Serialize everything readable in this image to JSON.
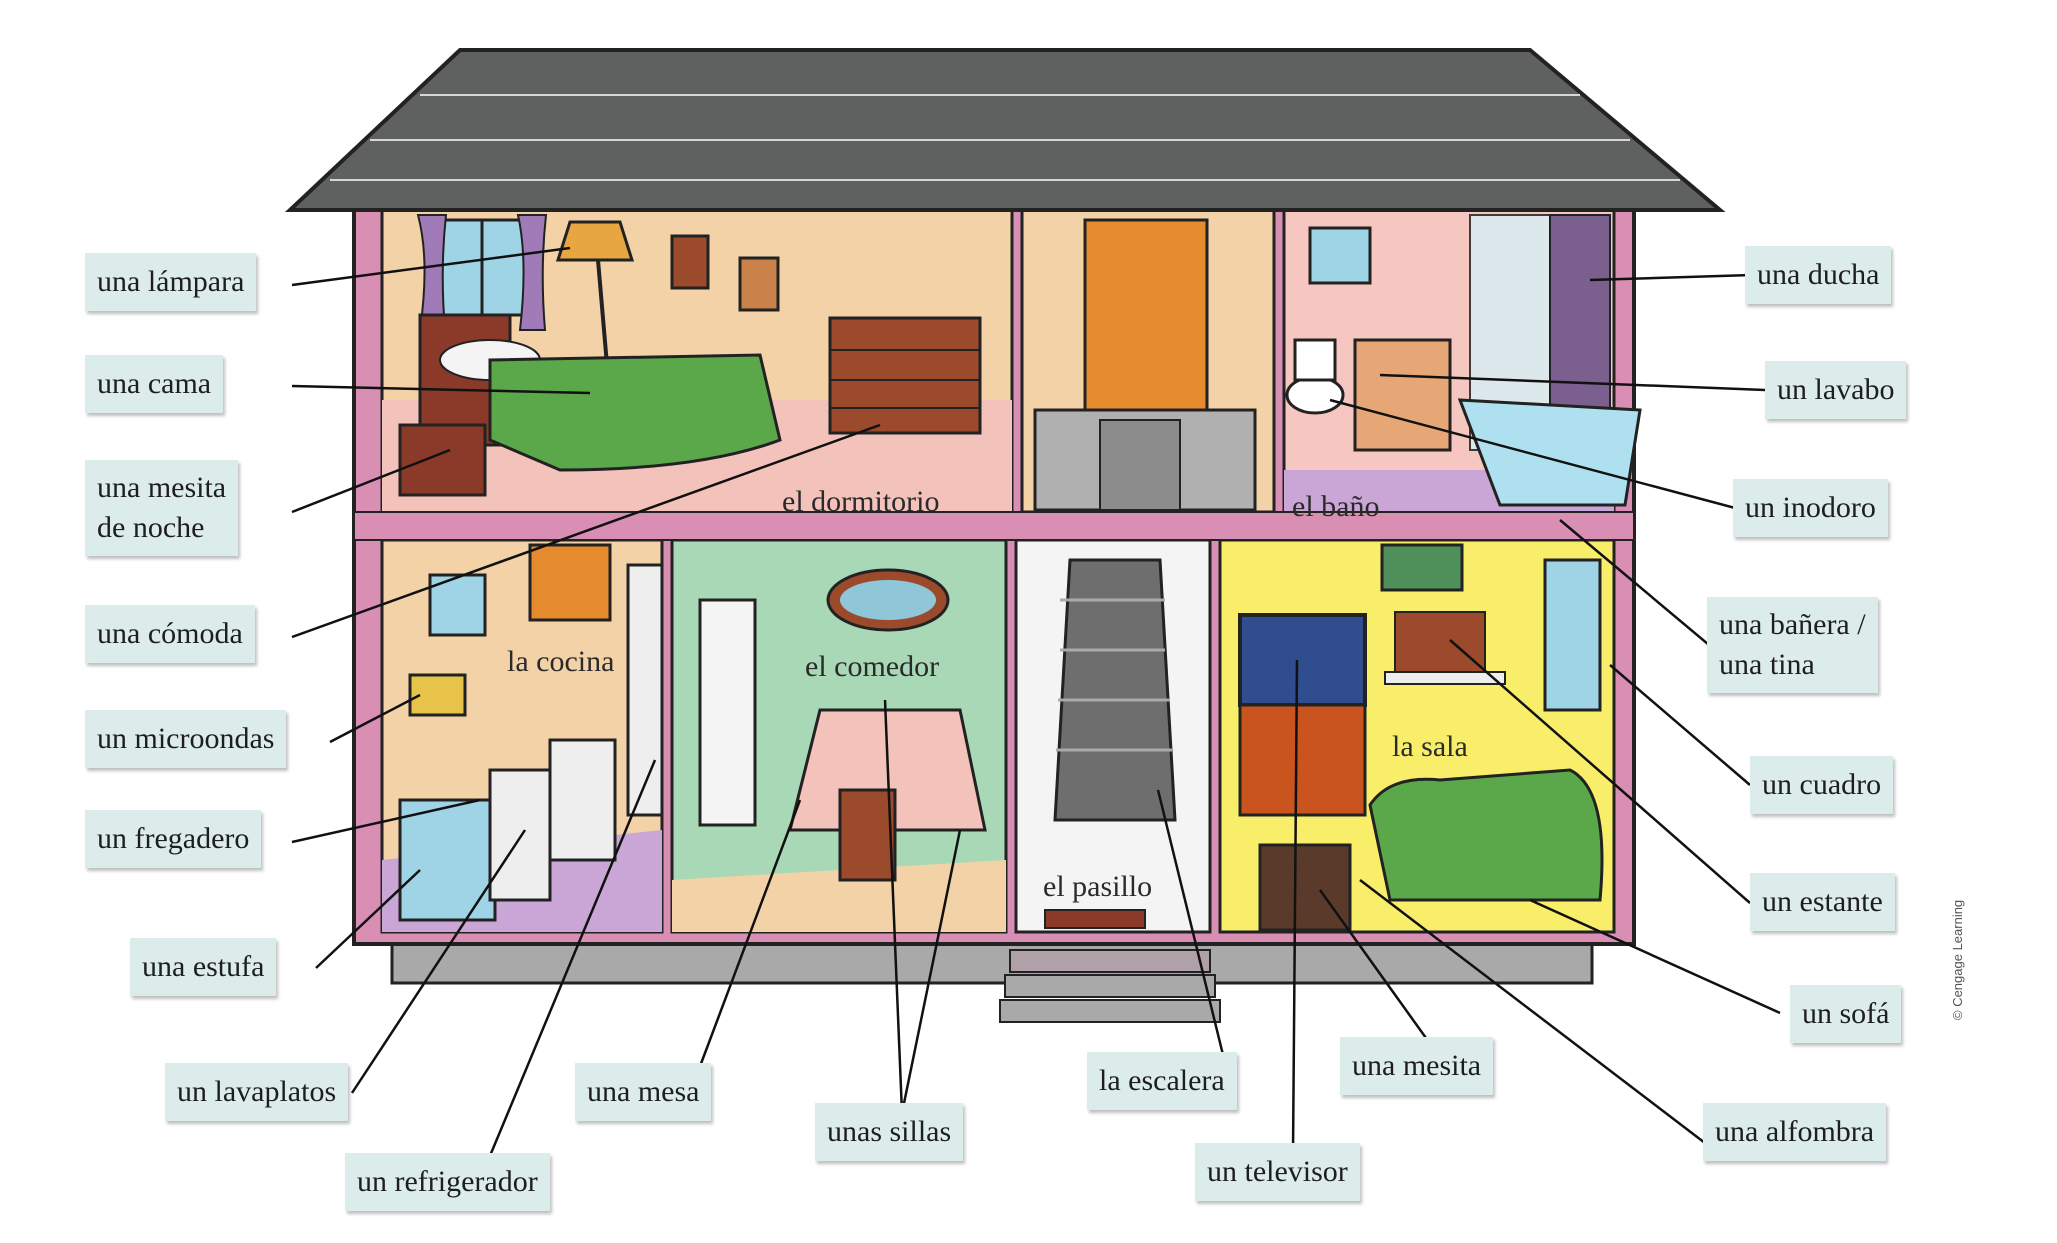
{
  "rooms": {
    "dormitorio": "el dormitorio",
    "bano": "el baño",
    "cocina": "la cocina",
    "comedor": "el comedor",
    "pasillo": "el pasillo",
    "sala": "la sala"
  },
  "labels": {
    "lampara": "una lámpara",
    "cama": "una cama",
    "mesita_noche_1": "una mesita",
    "mesita_noche_2": "de noche",
    "comoda": "una cómoda",
    "microondas": "un microondas",
    "fregadero": "un fregadero",
    "estufa": "una estufa",
    "lavaplatos": "un lavaplatos",
    "refrigerador": "un refrigerador",
    "mesa": "una mesa",
    "sillas": "unas sillas",
    "escalera": "la escalera",
    "televisor": "un televisor",
    "mesita": "una mesita",
    "ducha": "una ducha",
    "lavabo": "un lavabo",
    "inodoro": "un inodoro",
    "banera_1": "una bañera /",
    "banera_2": "una tina",
    "cuadro": "un cuadro",
    "estante": "un estante",
    "sofa": "un sofá",
    "alfombra": "una alfombra"
  },
  "credit": "© Cengage Learning",
  "colors": {
    "roof": "#5f6060",
    "frame": "#d98fb4",
    "bedroom_wall": "#f4d2a8",
    "bedroom_floor": "#f3c2ba",
    "bathroom_wall": "#f5c7c0",
    "kitchen_wall": "#f4d2a8",
    "kitchen_floor": "#c9a6d6",
    "dining_wall": "#a9d8b6",
    "dining_floor": "#f4d2a8",
    "living_wall": "#f9ee6a",
    "label_bg": "#dcecea"
  }
}
